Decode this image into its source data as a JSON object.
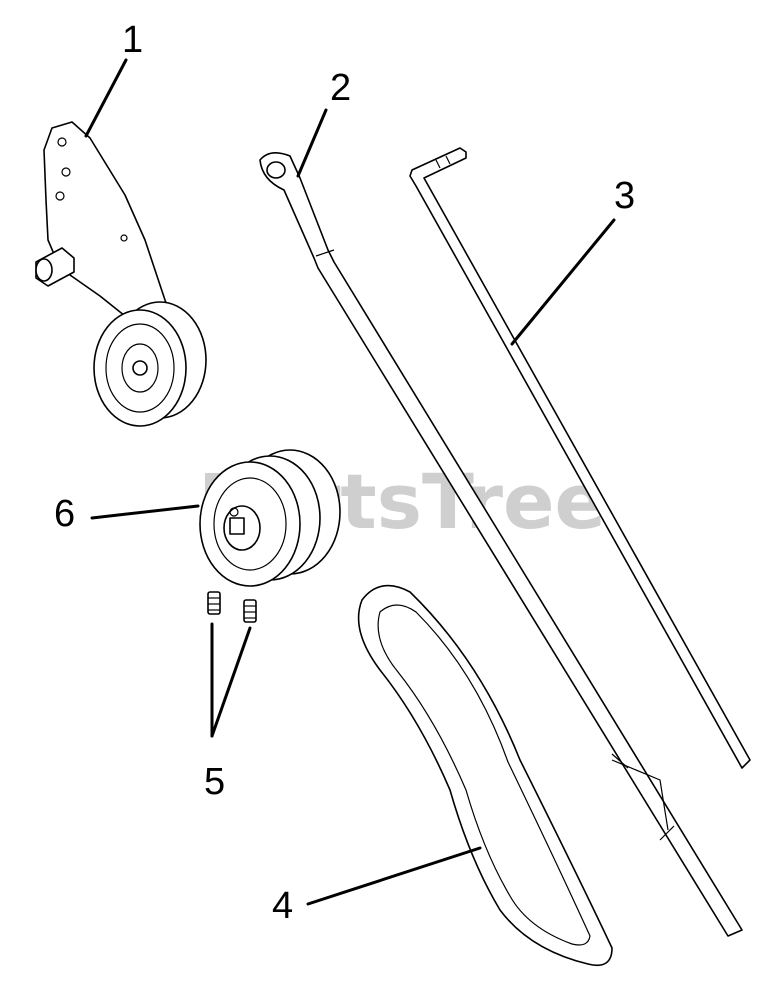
{
  "watermark": "PartsTree",
  "callouts": [
    {
      "id": "1",
      "part": "idler bracket with pulley"
    },
    {
      "id": "2",
      "part": "flat link rod"
    },
    {
      "id": "3",
      "part": "bent control rod"
    },
    {
      "id": "4",
      "part": "drive belt"
    },
    {
      "id": "5",
      "part": "set screws"
    },
    {
      "id": "6",
      "part": "double groove pulley"
    }
  ],
  "labels": {
    "c1": "1",
    "c2": "2",
    "c3": "3",
    "c4": "4",
    "c5": "5",
    "c6": "6"
  }
}
